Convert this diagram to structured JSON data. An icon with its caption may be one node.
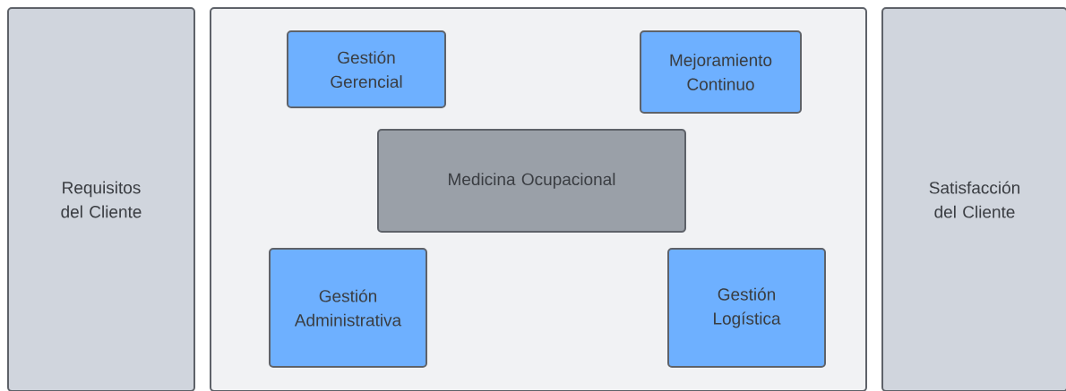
{
  "diagram": {
    "nodes": [
      {
        "text": [
          "Requisitos del Cliente"
        ]
      },
      {
        "text": [],
        "shape": "box"
      },
      {
        "text": [
          "Gestión Gerencial"
        ],
        "in": 1
      },
      {
        "text": [
          "Mejoramiento Continuo"
        ],
        "in": 1
      },
      {
        "text": [
          "Medicina Ocupacional"
        ],
        "in": 1
      },
      {
        "text": [
          "Gestión Administrativa"
        ],
        "in": 1
      },
      {
        "text": [
          "Gestión Logística"
        ],
        "in": 1
      },
      {
        "text": [
          "Satisfacción del Cliente"
        ]
      }
    ]
  }
}
